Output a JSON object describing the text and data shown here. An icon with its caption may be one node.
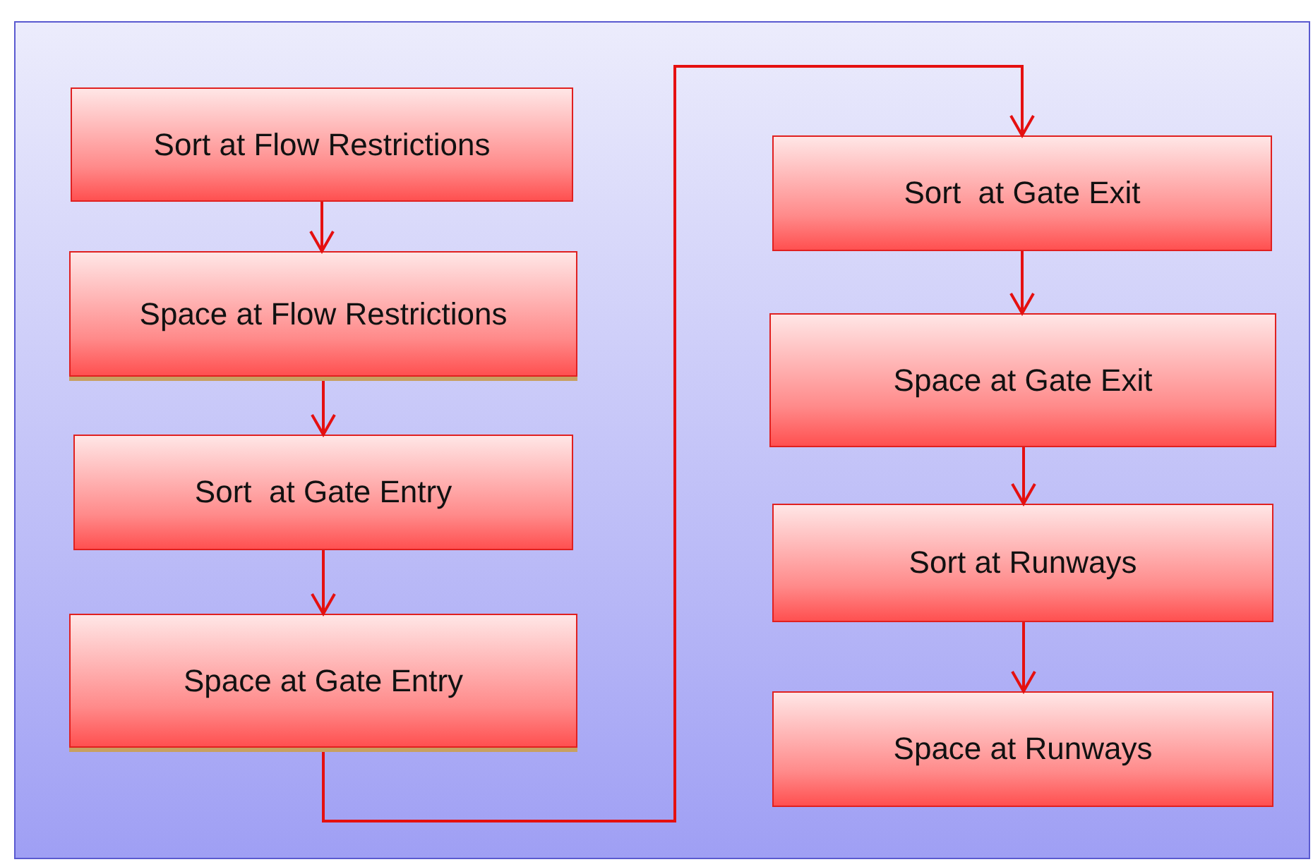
{
  "diagram": {
    "nodes": [
      {
        "text": [
          "Sort at Flow Restrictions"
        ]
      },
      {
        "text": [
          "Space at Flow Restrictions"
        ]
      },
      {
        "text": [
          "Sort  at Gate Entry"
        ]
      },
      {
        "text": [
          "Space at Gate Entry"
        ]
      },
      {
        "text": [
          "Sort  at Gate Exit"
        ]
      },
      {
        "text": [
          "Space at Gate Exit"
        ]
      },
      {
        "text": [
          "Sort at Runways"
        ]
      },
      {
        "text": [
          "Space at Runways"
        ]
      }
    ],
    "edges": [
      {
        "from": 0,
        "to": 1,
        "arrow": "to"
      },
      {
        "from": 1,
        "to": 2,
        "arrow": "to"
      },
      {
        "from": 2,
        "to": 3,
        "arrow": "to"
      },
      {
        "from": 3,
        "to": 4,
        "arrow": "to"
      },
      {
        "from": 4,
        "to": 5,
        "arrow": "to"
      },
      {
        "from": 5,
        "to": 6,
        "arrow": "to"
      },
      {
        "from": 6,
        "to": 7,
        "arrow": "to"
      }
    ]
  }
}
